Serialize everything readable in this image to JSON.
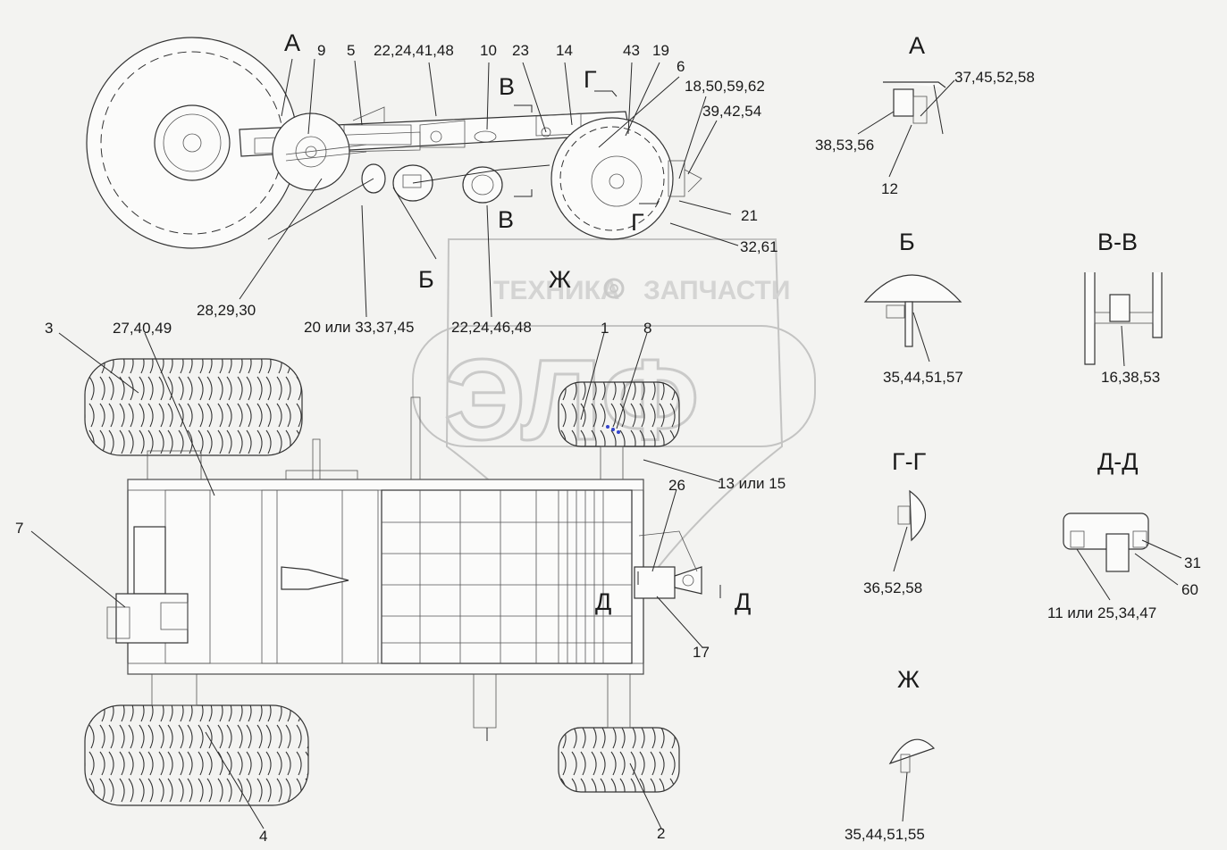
{
  "watermark": {
    "text": "ТЕХНИКА",
    "text2": "ЗАПЧАСТИ",
    "logo": "ЭЛФ",
    "icon": "gear-icon"
  },
  "view_letters": {
    "a_top": "А",
    "b_top": "В",
    "b_bottom": "В",
    "g_top": "Г",
    "g_bottom": "Г",
    "be_side": "Б",
    "zh_side": "Ж",
    "d_left": "Д",
    "d_right": "Д"
  },
  "section_titles": {
    "a": "А",
    "b": "Б",
    "vv": "В-В",
    "gg": "Г-Г",
    "dd": "Д-Д",
    "zh": "Ж"
  },
  "side_view_labels": {
    "l9": "9",
    "l5": "5",
    "l22_48": "22,24,41,48",
    "l10": "10",
    "l23": "23",
    "l14": "14",
    "l43": "43",
    "l19": "19",
    "l6": "6",
    "l18_62": "18,50,59,62",
    "l39_54": "39,42,54",
    "l21": "21",
    "l32_61": "32,61",
    "l28_30": "28,29,30",
    "l20_45": "20 или 33,37,45",
    "l22_46_48": "22,24,46,48"
  },
  "top_view_labels": {
    "l3": "3",
    "l27_49": "27,40,49",
    "l1": "1",
    "l8": "8",
    "l26": "26",
    "l13_15": "13 или 15",
    "l7": "7",
    "l17": "17",
    "l4": "4",
    "l2": "2"
  },
  "detail_labels": {
    "a_37": "37,45,52,58",
    "a_38": "38,53,56",
    "a_12": "12",
    "b_35": "35,44,51,57",
    "vv_16": "16,38,53",
    "gg_36": "36,52,58",
    "dd_31": "31",
    "dd_60": "60",
    "dd_11": "11 или 25,34,47",
    "zh_35": "35,44,51,55"
  }
}
